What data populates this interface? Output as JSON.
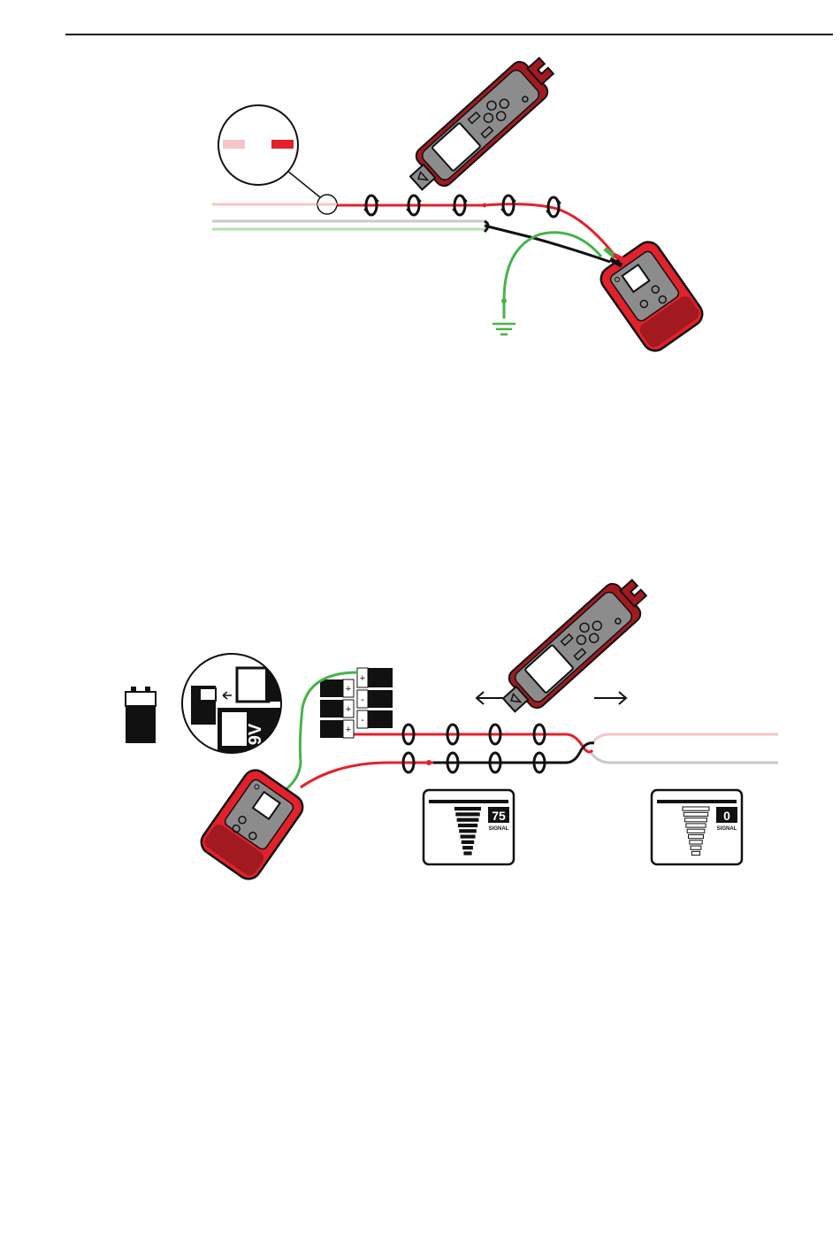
{
  "colors": {
    "red": "#e3212b",
    "dark_red": "#a11a1f",
    "pink": "#f5c5c7",
    "grey": "#c9c9c9",
    "light_green": "#b7dfb3",
    "green": "#47b34a",
    "black": "#111111",
    "device_grey": "#8c8c8c"
  },
  "figure1": {
    "description_icons": [
      "tone-probe-icon",
      "tone-generator-icon",
      "ground-icon",
      "magnifier-callout-icon"
    ]
  },
  "figure2": {
    "battery_label": "9V",
    "battery_terminals": [
      "+",
      "-"
    ],
    "display_left": {
      "value": "75",
      "label": "SIGNAL"
    },
    "display_right": {
      "value": "0",
      "label": "SIGNAL"
    }
  }
}
